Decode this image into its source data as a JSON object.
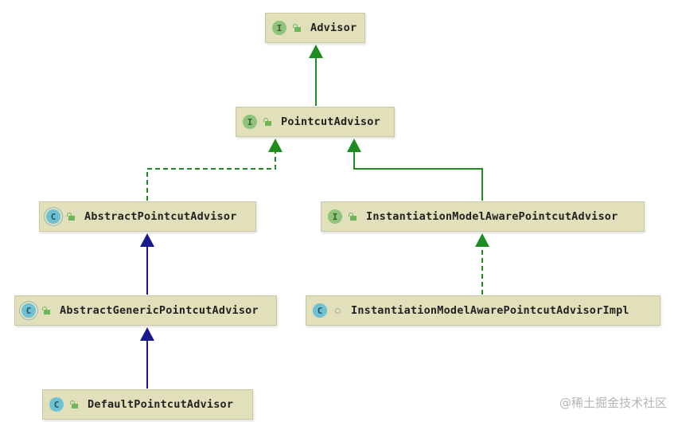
{
  "diagram": {
    "nodes": [
      {
        "id": "advisor",
        "kind": "I",
        "visibility": "public",
        "label": "Advisor"
      },
      {
        "id": "pointcut-advisor",
        "kind": "I",
        "visibility": "public",
        "label": "PointcutAdvisor"
      },
      {
        "id": "abstract-pointcut-advisor",
        "kind": "C",
        "visibility": "public",
        "label": "AbstractPointcutAdvisor"
      },
      {
        "id": "imapa",
        "kind": "I",
        "visibility": "public",
        "label": "InstantiationModelAwarePointcutAdvisor"
      },
      {
        "id": "abstract-generic-pointcut-advisor",
        "kind": "C",
        "visibility": "public",
        "label": "AbstractGenericPointcutAdvisor"
      },
      {
        "id": "imapa-impl",
        "kind": "C",
        "visibility": "package",
        "label": "InstantiationModelAwarePointcutAdvisorImpl"
      },
      {
        "id": "default-pointcut-advisor",
        "kind": "C",
        "visibility": "public",
        "label": "DefaultPointcutAdvisor"
      }
    ],
    "edges": [
      {
        "from": "pointcut-advisor",
        "to": "advisor",
        "type": "extends-interface"
      },
      {
        "from": "abstract-pointcut-advisor",
        "to": "pointcut-advisor",
        "type": "implements"
      },
      {
        "from": "imapa",
        "to": "pointcut-advisor",
        "type": "extends-interface"
      },
      {
        "from": "imapa-impl",
        "to": "imapa",
        "type": "implements"
      },
      {
        "from": "abstract-generic-pointcut-advisor",
        "to": "abstract-pointcut-advisor",
        "type": "extends-class"
      },
      {
        "from": "default-pointcut-advisor",
        "to": "abstract-generic-pointcut-advisor",
        "type": "extends-class"
      }
    ],
    "colors": {
      "interface_edge": "#1e8c1e",
      "class_edge": "#1a1a8c",
      "node_fill": "#e1e0bb"
    }
  },
  "watermark": "@稀土掘金技术社区"
}
